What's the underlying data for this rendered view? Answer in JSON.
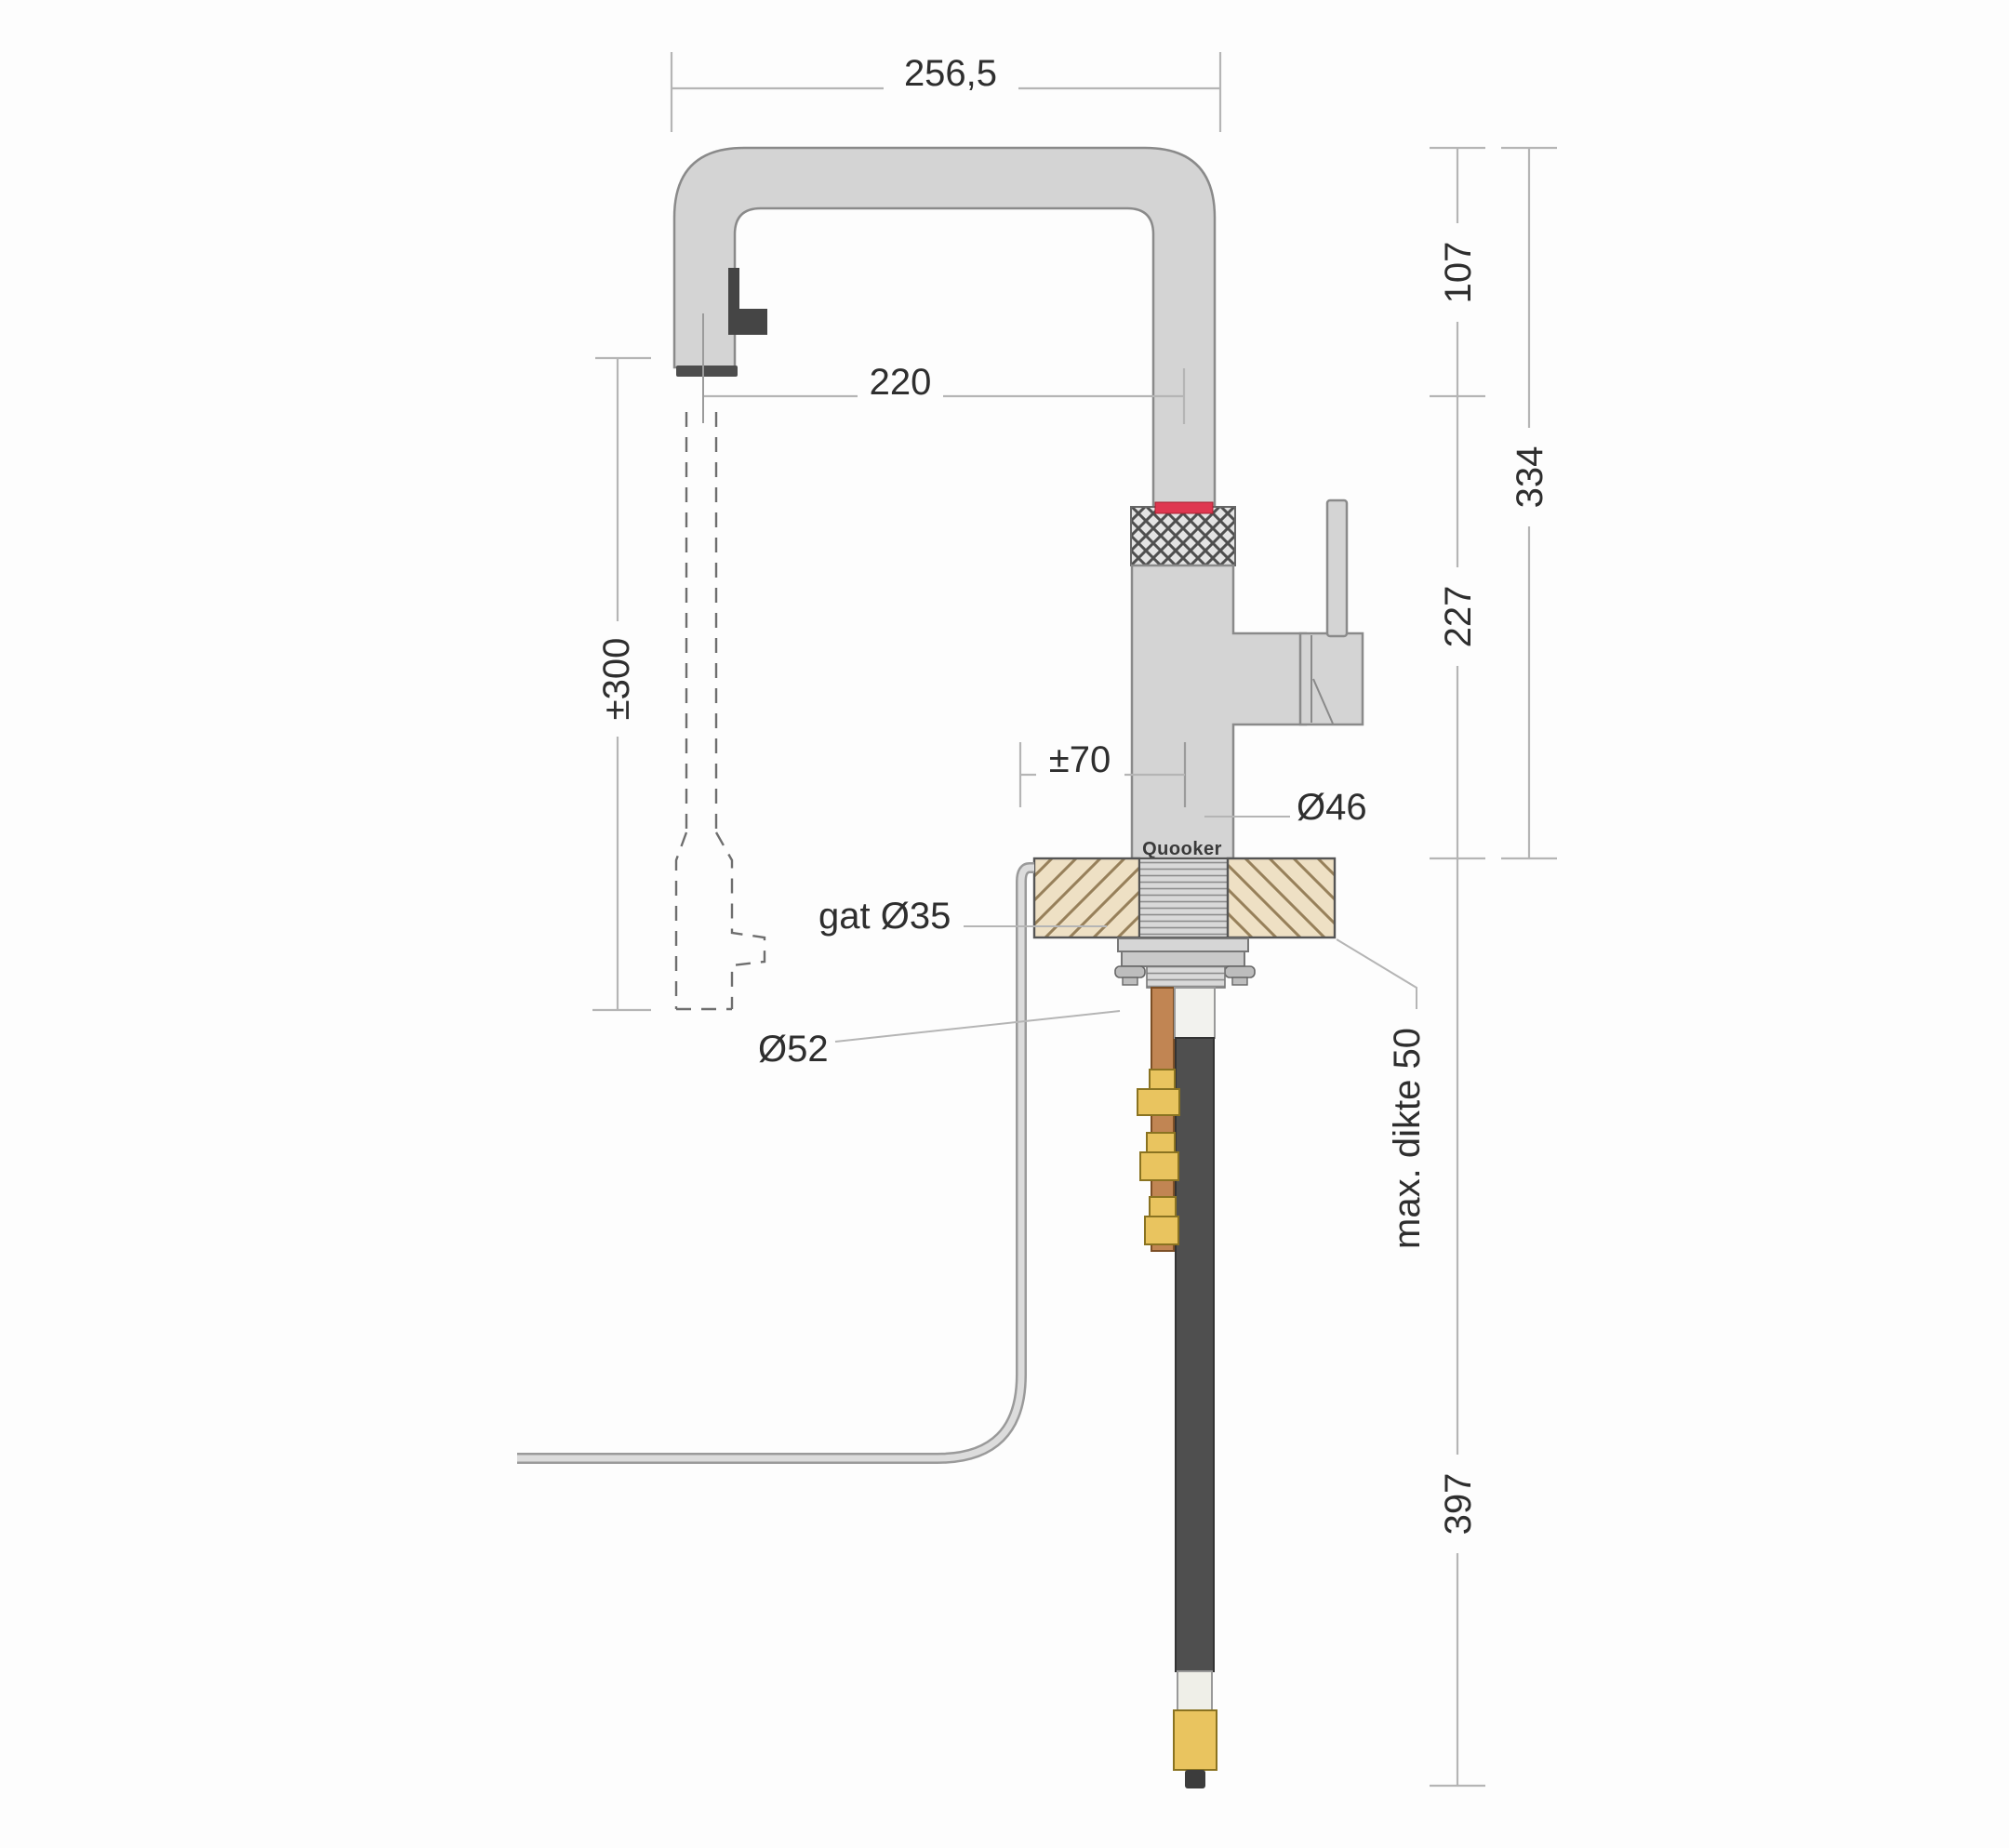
{
  "brand": {
    "logo": "Quooker"
  },
  "dimensions": {
    "top_width": "256,5",
    "spout_reach": "220",
    "hose_extension": "±300",
    "height_upper": "107",
    "height_total": "334",
    "height_body": "227",
    "side_play": "±70",
    "body_diameter": "Ø46",
    "hole_diameter": "gat Ø35",
    "flange_diameter": "Ø52",
    "max_counter_thickness": "max. dikte 50",
    "below_counter_length": "397"
  },
  "colors": {
    "faucet": "#d4d4d4",
    "faucet_outline": "#8a8a8a",
    "accent_red": "#df3750",
    "countertop": "#eee0c4",
    "copper": "#c18553",
    "brass": "#e9c45f",
    "hose_dark": "#4f4f4f",
    "hose_light": "#dcdcdc",
    "dim_line": "#b5b5b5",
    "text": "#2e2e2e"
  }
}
